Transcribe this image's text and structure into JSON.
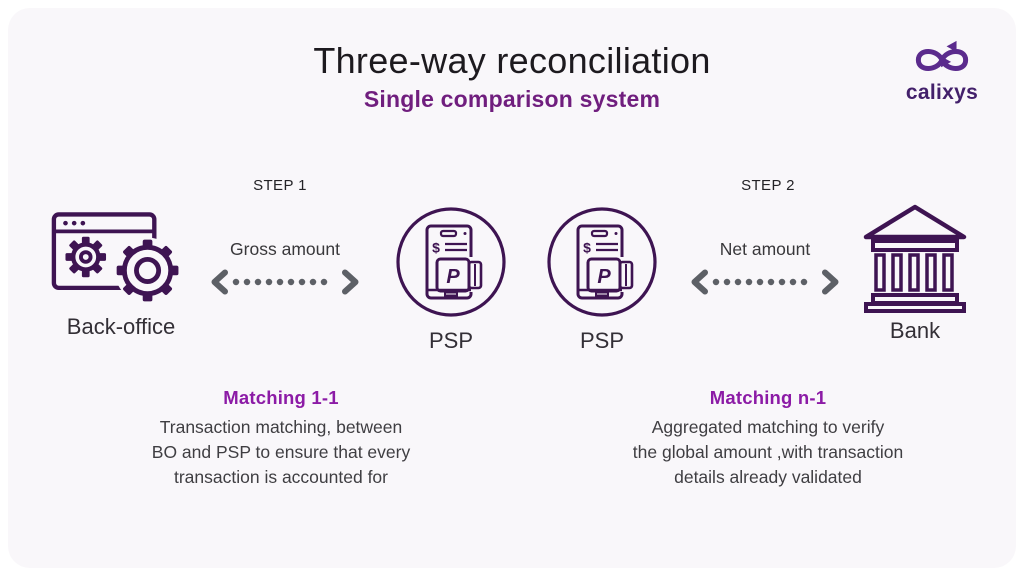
{
  "header": {
    "title": "Three-way reconciliation",
    "subtitle": "Single comparison system"
  },
  "logo": {
    "brand": "calixys",
    "icon": "infinity-arrows-icon",
    "icon_color": "#5b2b8d",
    "text_color": "#43206b"
  },
  "diagram": {
    "step1": {
      "label": "STEP 1",
      "flow_label": "Gross amount"
    },
    "step2": {
      "label": "STEP 2",
      "flow_label": "Net amount"
    },
    "nodes": {
      "backoffice": {
        "label": "Back-office",
        "icon": "browser-gears-icon"
      },
      "psp1": {
        "label": "PSP",
        "icon": "phone-payment-icon"
      },
      "psp2": {
        "label": "PSP",
        "icon": "phone-payment-icon"
      },
      "bank": {
        "label": "Bank",
        "icon": "bank-building-icon"
      }
    },
    "psp_icon_glyphs": {
      "currency": "$",
      "card_letter": "P"
    }
  },
  "matching": [
    {
      "title": "Matching 1-1",
      "lines": [
        "Transaction matching, between",
        "BO and PSP to ensure that every",
        "transaction is accounted for"
      ]
    },
    {
      "title": "Matching n-1",
      "lines": [
        "Aggregated matching to verify",
        "the global amount ,with transaction",
        "details already validated"
      ]
    }
  ],
  "colors": {
    "page_background": "#ffffff",
    "card_background": "#f9f7fa",
    "title_text": "#1d1a1f",
    "subtitle_text": "#701e7e",
    "matching_title": "#8c1ba6",
    "body_text": "#3f3e42",
    "icon_stroke": "#3e1452",
    "arrow_gray": "#5d6066"
  }
}
